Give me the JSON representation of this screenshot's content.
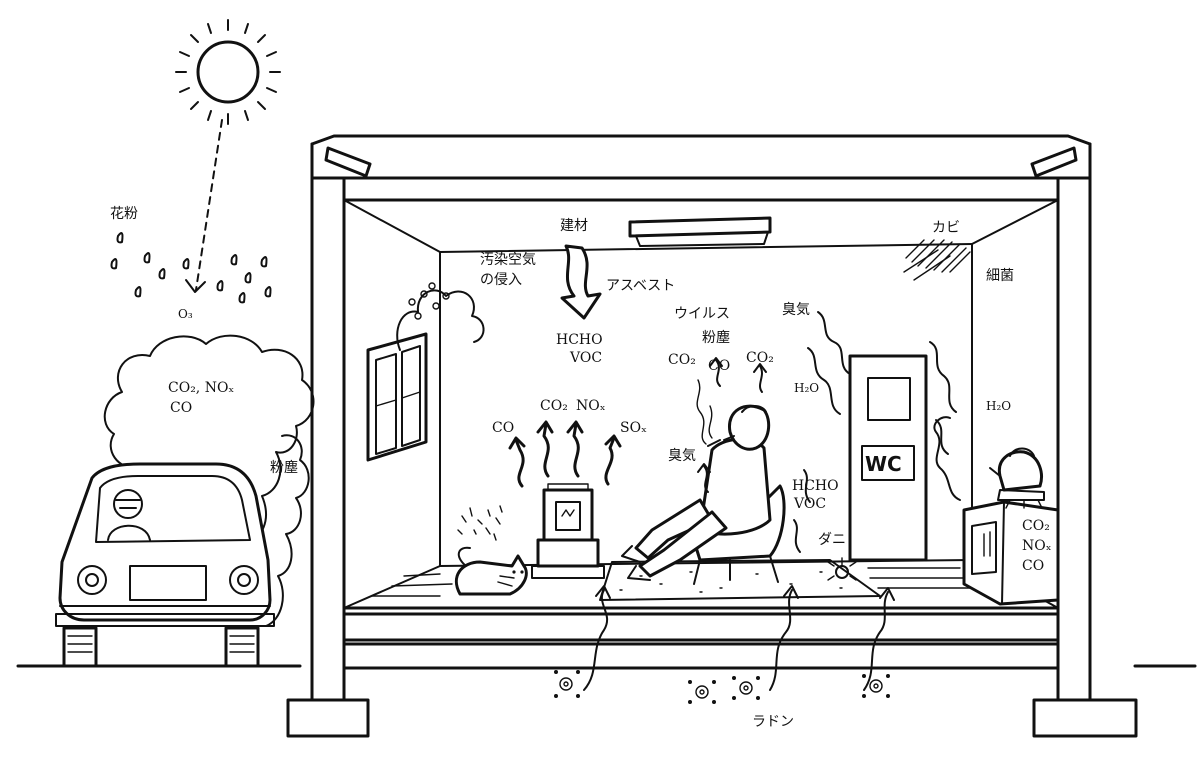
{
  "labels": {
    "pollen": "花粉",
    "ozone": "O₃",
    "car_exhaust_line1": "CO₂, NOₓ",
    "car_exhaust_line2": "CO",
    "dust_outdoor": "粉塵",
    "building_material": "建材",
    "asbestos": "アスベスト",
    "polluted_air_line1": "汚染空気",
    "polluted_air_line2": "の侵入",
    "hcho_top": "HCHO",
    "voc_top": "VOC",
    "mold": "カビ",
    "bacteria": "細菌",
    "virus": "ウイルス",
    "dust_indoor": "粉塵",
    "odor_top": "臭気",
    "smoke_co2": "CO₂",
    "smoke_co": "CO",
    "co2_up": "CO₂",
    "h2o_left": "H₂O",
    "h2o_right": "H₂O",
    "stove_co": "CO",
    "stove_co2": "CO₂",
    "stove_nox": "NOₓ",
    "stove_sox": "SOₓ",
    "odor_mid": "臭気",
    "hcho_floor": "HCHO",
    "voc_floor": "VOC",
    "mites": "ダニ",
    "gas_co2": "CO₂",
    "gas_nox": "NOₓ",
    "gas_co": "CO",
    "toilet": "WC",
    "radon": "ラドン"
  },
  "colors": {
    "ink": "#111111",
    "paper": "#ffffff"
  }
}
